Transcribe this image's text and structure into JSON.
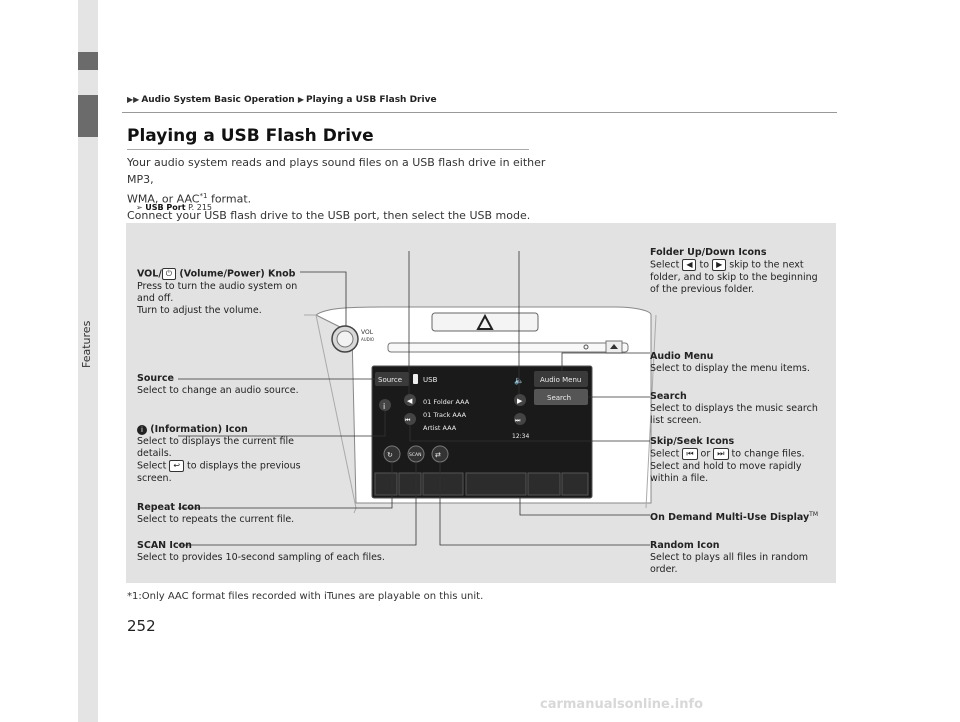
{
  "side_tab": {
    "label": "Features"
  },
  "breadcrumb": {
    "section": "Audio System Basic Operation",
    "page": "Playing a USB Flash Drive"
  },
  "title": "Playing a USB Flash Drive",
  "body": {
    "line1": "Your audio system reads and plays sound files on a USB flash drive in either MP3,",
    "line2a": "WMA, or AAC",
    "line2sup": "*1",
    "line2b": " format.",
    "line3": "Connect your USB flash drive to the USB port, then select the USB mode."
  },
  "xref": {
    "label": "USB Port",
    "page": "P. 215"
  },
  "screen": {
    "source": "Source",
    "usb": "USB",
    "audio_menu": "Audio Menu",
    "search": "Search",
    "folder": "01 Folder AAA",
    "track": "01 Track AAA",
    "artist": "Artist AAA",
    "time": "12:34",
    "scan": "SCAN",
    "vol_label": "VOL",
    "audio_label": "AUDIO"
  },
  "callouts": {
    "vol_title": "VOL/",
    "vol_title2": " (Volume/Power) Knob",
    "vol_desc1": "Press to turn the audio system on",
    "vol_desc2": "and off.",
    "vol_desc3": "Turn to adjust the volume.",
    "source_title": "Source",
    "source_desc": "Select to change an audio source.",
    "info_title": " (Information) Icon",
    "info_desc1": "Select to displays the current file",
    "info_desc2": "details.",
    "info_desc3a": "Select ",
    "info_desc3b": " to displays the previous",
    "info_desc4": "screen.",
    "repeat_title": "Repeat Icon",
    "repeat_desc": "Select to repeats the current file.",
    "scan_title": "SCAN Icon",
    "scan_desc": "Select to provides 10-second sampling of each files.",
    "folder_title": "Folder Up/Down Icons",
    "folder_desc1a": "Select ",
    "folder_desc1b": " to ",
    "folder_desc1c": " skip to the next",
    "folder_desc2": "folder, and to skip to the beginning",
    "folder_desc3": "of the previous folder.",
    "menu_title": "Audio Menu",
    "menu_desc": "Select to display the menu items.",
    "search_title": "Search",
    "search_desc1": "Select to displays the music search",
    "search_desc2": "list screen.",
    "skip_title": "Skip/Seek Icons",
    "skip_desc1a": "Select ",
    "skip_desc1b": " or ",
    "skip_desc1c": " to change files.",
    "skip_desc2": "Select and hold to move rapidly",
    "skip_desc3": "within a file.",
    "ondemand_title": "On Demand Multi-Use Display",
    "ondemand_tm": "TM",
    "random_title": "Random Icon",
    "random_desc1": "Select to plays all files in random",
    "random_desc2": "order."
  },
  "footnote": "*1:Only AAC format files recorded with iTunes are playable on this unit.",
  "page_number": "252",
  "watermark": "carmanualsonline.info"
}
